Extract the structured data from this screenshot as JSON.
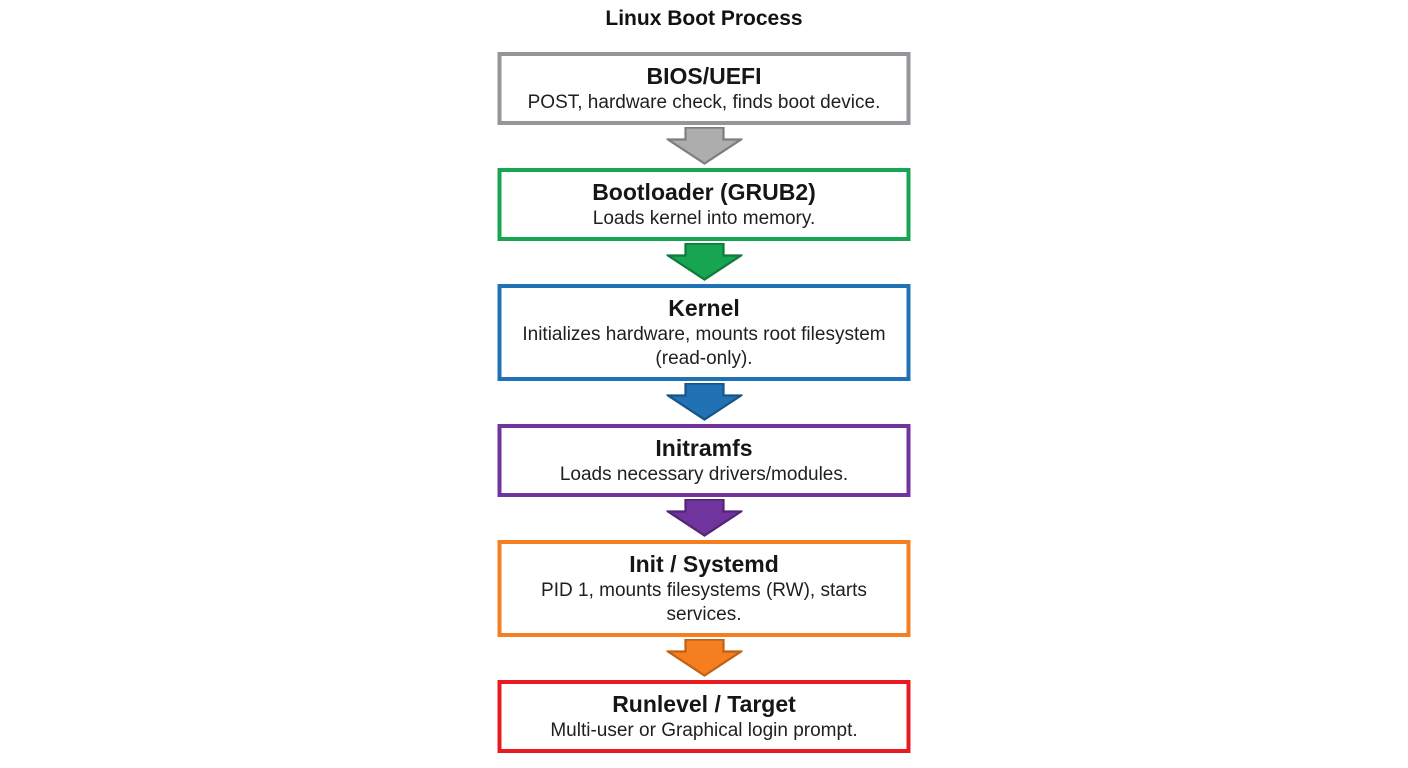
{
  "title": "Linux Boot Process",
  "stages": [
    {
      "title": "BIOS/UEFI",
      "description": "POST, hardware check, finds boot device.",
      "border_color": "#949699"
    },
    {
      "title": "Bootloader (GRUB2)",
      "description": "Loads kernel into memory.",
      "border_color": "#17A551"
    },
    {
      "title": "Kernel",
      "description": "Initializes hardware, mounts root filesystem (read-only).",
      "border_color": "#2171B5"
    },
    {
      "title": "Initramfs",
      "description": "Loads necessary drivers/modules.",
      "border_color": "#71339E"
    },
    {
      "title": "Init / Systemd",
      "description": "PID 1, mounts filesystems (RW), starts services.",
      "border_color": "#F57E20"
    },
    {
      "title": "Runlevel / Target",
      "description": "Multi-user or Graphical login prompt.",
      "border_color": "#E81B22"
    }
  ],
  "arrows": [
    {
      "from": "BIOS/UEFI",
      "to": "Bootloader (GRUB2)",
      "fill": "#ADADAD",
      "stroke": "#7E7E7E"
    },
    {
      "from": "Bootloader (GRUB2)",
      "to": "Kernel",
      "fill": "#17A551",
      "stroke": "#0E7A3B"
    },
    {
      "from": "Kernel",
      "to": "Initramfs",
      "fill": "#2171B5",
      "stroke": "#175587"
    },
    {
      "from": "Initramfs",
      "to": "Init / Systemd",
      "fill": "#71339E",
      "stroke": "#542576"
    },
    {
      "from": "Init / Systemd",
      "to": "Runlevel / Target",
      "fill": "#F57E20",
      "stroke": "#C26013"
    }
  ]
}
